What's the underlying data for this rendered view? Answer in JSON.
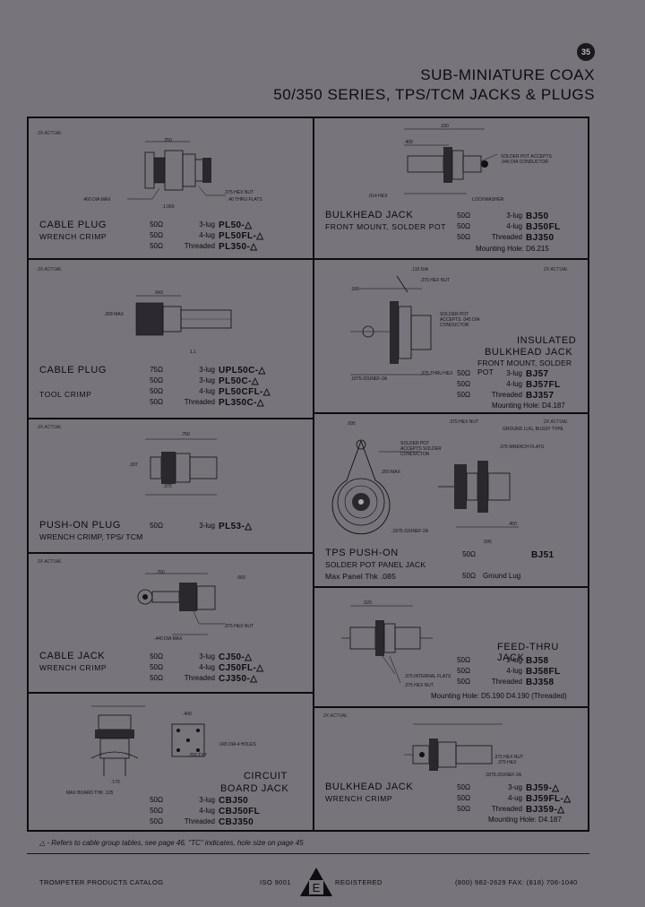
{
  "header": {
    "page_number": "35",
    "title_line1": "Sub-miniature coax",
    "title_line2": "50/350 series, TPS/TCM jacks & plugs"
  },
  "left": [
    {
      "scale": "2X ACTUAL",
      "name": "Cable Plug",
      "sub": "Wrench Crimp",
      "rows": [
        {
          "imp": "50Ω",
          "style": "3-lug",
          "pn": "PL50-△"
        },
        {
          "imp": "50Ω",
          "style": "4-lug",
          "pn": "PL50FL-△"
        },
        {
          "imp": "50Ω",
          "style": "Threaded",
          "pn": "PL350-△"
        }
      ],
      "labels": [
        ".250",
        ".375 HEX NUT",
        ".40 THRU FLATS",
        ".460 DIA MAX",
        "1.060"
      ]
    },
    {
      "scale": "2X ACTUAL",
      "name": "Cable Plug",
      "sub": "Tool Crimp",
      "rows": [
        {
          "imp": "75Ω",
          "style": "3-lug",
          "pn": "UPL50C-△"
        },
        {
          "imp": "50Ω",
          "style": "3-lug",
          "pn": "PL50C-△"
        },
        {
          "imp": "50Ω",
          "style": "4-lug",
          "pn": "PL50CFL-△"
        },
        {
          "imp": "50Ω",
          "style": "Threaded",
          "pn": "PL350C-△"
        }
      ],
      "labels": [
        ".643",
        ".268 MAX",
        "1.1"
      ]
    },
    {
      "scale": "2X ACTUAL",
      "name": "Push-on Plug",
      "sub": "Wrench Crimp, TPS/ TCM",
      "rows": [
        {
          "imp": "50Ω",
          "style": "3-lug",
          "pn": "PL53-△"
        }
      ],
      "labels": [
        ".750",
        ".187",
        ".375"
      ]
    },
    {
      "scale": "2X ACTUAL",
      "name": "Cable Jack",
      "sub": "Wrench Crimp",
      "rows": [
        {
          "imp": "50Ω",
          "style": "3-lug",
          "pn": "CJ50-△"
        },
        {
          "imp": "50Ω",
          "style": "4-lug",
          "pn": "CJ50FL-△"
        },
        {
          "imp": "50Ω",
          "style": "Threaded",
          "pn": "CJ350-△"
        }
      ],
      "labels": [
        ".750",
        ".060",
        ".375 HEX NUT",
        ".440 DIA MAX"
      ]
    },
    {
      "scale": "",
      "name": "Circuit",
      "name2": "Board Jack",
      "sub": "",
      "rows": [
        {
          "imp": "50Ω",
          "style": "3-lug",
          "pn": "CBJ50"
        },
        {
          "imp": "50Ω",
          "style": "4-lug",
          "pn": "CBJ50FL"
        },
        {
          "imp": "50Ω",
          "style": "Threaded",
          "pn": "CBJ350"
        }
      ],
      "labels": [
        ".400",
        ".045 DIA 4 HOLES",
        ".250 TYP",
        ".170",
        "MAX BOARD THK .125"
      ]
    }
  ],
  "right": [
    {
      "scale": "",
      "name": "Bulkhead Jack",
      "sub": "Front mount, Solder pot",
      "rows": [
        {
          "imp": "50Ω",
          "style": "3-lug",
          "pn": "BJ50"
        },
        {
          "imp": "50Ω",
          "style": "4-lug",
          "pn": "BJ50FL"
        },
        {
          "imp": "50Ω",
          "style": "Threaded",
          "pn": "BJ350"
        }
      ],
      "note": "Mounting Hole: D6.215",
      "labels": [
        ".330",
        ".400",
        "SOLDER POT ACCEPTS",
        ".045 DIA CONDUCTOR",
        ".014 HEX",
        "LOCKWASHER"
      ]
    },
    {
      "scale": "2X ACTUAL",
      "name": "Insulated",
      "name2": "Bulkhead Jack",
      "sub": "Front mount, Solder Pot",
      "rows": [
        {
          "imp": "50Ω",
          "style": "3-lug",
          "pn": "BJ57"
        },
        {
          "imp": "50Ω",
          "style": "4-lug",
          "pn": "BJ57FL"
        },
        {
          "imp": "50Ω",
          "style": "Threaded",
          "pn": "BJ357"
        }
      ],
      "note": "Mounting Hole: D4.187",
      "labels": [
        ".110 DIA",
        ".375 HEX NUT",
        ".180",
        "SOLDER POT",
        "ACCEPTS .045 DIA",
        "CONDUCTOR",
        ".375 THRU HEX",
        ".1875-32UNEF-2A"
      ]
    },
    {
      "scale": "2X ACTUAL",
      "name": "TPS Push-on",
      "sub": "Solder Pot Panel Jack",
      "rows": [
        {
          "imp": "50Ω",
          "style": "",
          "pn": "BJ51"
        }
      ],
      "sub2": "Max Panel Thk .085",
      "ground": {
        "imp": "50Ω",
        "label": "Ground Lug"
      },
      "labels": [
        ".095",
        ".375 HEX NUT",
        "GROUND LUG, BUSSY TYPE",
        "SOLDER POT",
        "ACCEPTS SOLDER",
        "CONDUCTOR",
        ".375 WRENCH FLATS",
        ".250 MAX",
        ".1875-32UNEF-2A",
        ".450",
        ".095"
      ]
    },
    {
      "scale": "",
      "name": "Feed-thru Jack",
      "sub": "",
      "rows": [
        {
          "imp": "50Ω",
          "style": "3-lug",
          "pn": "BJ58"
        },
        {
          "imp": "50Ω",
          "style": "4-lug",
          "pn": "BJ58FL"
        },
        {
          "imp": "50Ω",
          "style": "Threaded",
          "pn": "BJ358"
        }
      ],
      "note": "Mounting Hole: D5.190 D4.190 (Threaded)",
      "labels": [
        ".520",
        ".375 INTERNAL FLATS",
        ".375 HEX NUT"
      ]
    },
    {
      "scale": "2X ACTUAL",
      "name": "Bulkhead Jack",
      "sub": "Wrench Crimp",
      "rows": [
        {
          "imp": "50Ω",
          "style": "3-ug",
          "pn": "BJ59-△"
        },
        {
          "imp": "50Ω",
          "style": "4-ug",
          "pn": "BJ59FL-△"
        },
        {
          "imp": "50Ω",
          "style": "Threaded",
          "pn": "BJ359-△"
        }
      ],
      "note": "Mounting Hole: D4.187",
      "labels": [
        ".375 HEX NUT",
        ".375 HEX",
        ".1875-32UNEF-2A"
      ]
    }
  ],
  "footnote": "△ - Refers to cable group tables, see page 46. \"TC\" indicates, hole size on page 45",
  "footer": {
    "left": "Trompeter Products Catalog",
    "iso": "ISO 9001",
    "registered": "Registered",
    "phone": "(800) 982-2629 Fax: (818) 706-1040",
    "logo_letter": "E"
  }
}
